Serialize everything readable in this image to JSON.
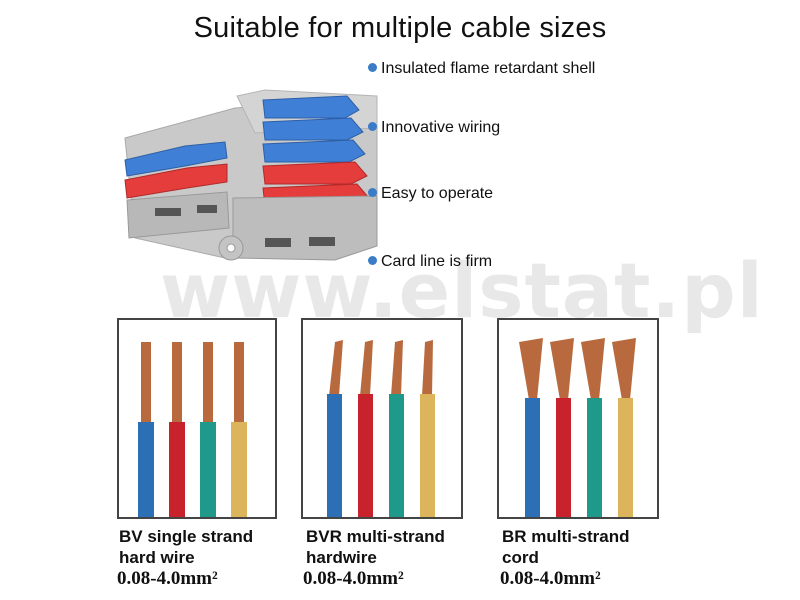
{
  "title": "Suitable for multiple cable sizes",
  "features": [
    "Insulated flame retardant shell",
    "Innovative wiring",
    "Easy to operate",
    "Card line is firm"
  ],
  "watermark": "www.elstat.pl",
  "wire_types": [
    {
      "caption_line1": "BV single strand",
      "caption_line2": "hard wire",
      "size": "0.08-4.0mm²"
    },
    {
      "caption_line1": "BVR multi-strand",
      "caption_line2": "hardwire",
      "size": "0.08-4.0mm²"
    },
    {
      "caption_line1": "BR multi-strand",
      "caption_line2": "cord",
      "size": "0.08-4.0mm²"
    }
  ],
  "colors": {
    "lever_blue": "#3f7fd6",
    "lever_red": "#e53c3c",
    "housing_grey": "#c9c9c9",
    "bullet_blue": "#3a7cc8",
    "wire_blue": "#2d6fb5",
    "wire_red": "#c8232d",
    "wire_green": "#1f9a8a",
    "wire_yellow": "#dcb45c",
    "copper": "#b86a3e"
  }
}
